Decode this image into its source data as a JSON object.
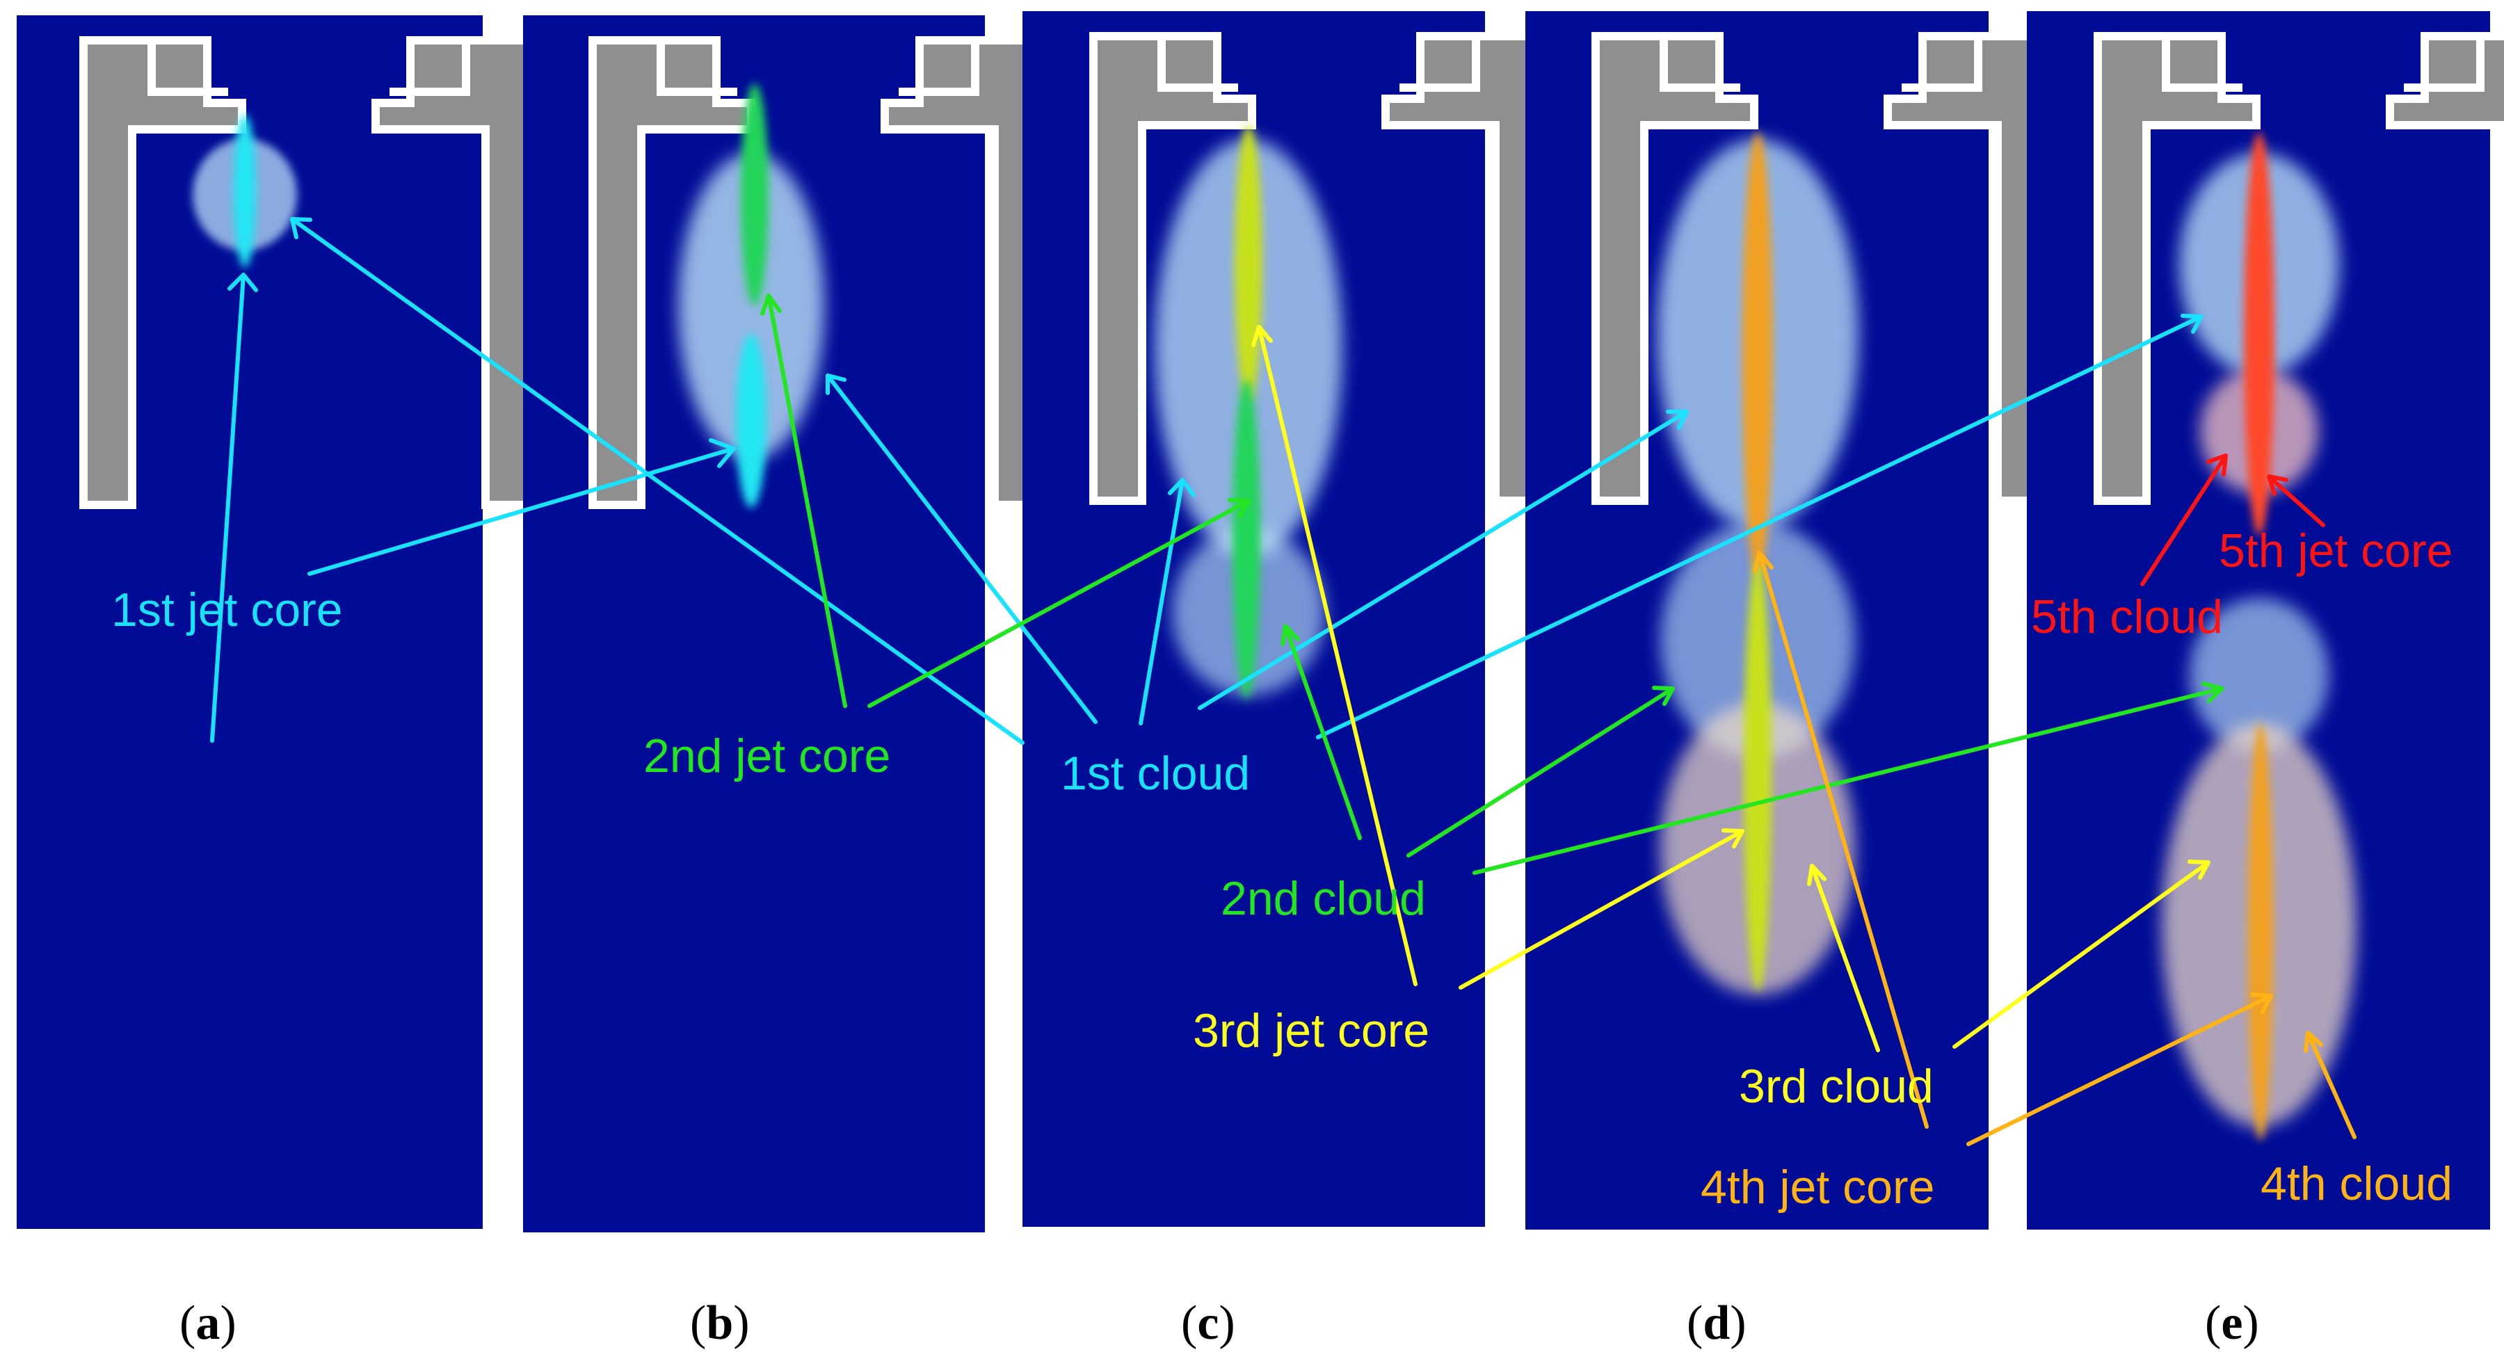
{
  "colors": {
    "background_panel": "#000c96",
    "nozzle_fill": "#8f8f8f",
    "nozzle_outline": "#ffffff",
    "cloud_cyan": "#c6efff",
    "cloud_warm": "#f2dcc8",
    "cloud_pink": "#f6c4c4",
    "core_1": "#22e6f2",
    "core_2": "#22d45a",
    "core_3": "#c8e01a",
    "core_4": "#f0a020",
    "core_5": "#ff4a2a",
    "label_1": "#19e2ff",
    "label_2": "#22e620",
    "label_3": "#ffff1e",
    "label_4": "#ffb314",
    "label_5": "#ff1414"
  },
  "panels": [
    {
      "id": "a",
      "caption": "a"
    },
    {
      "id": "b",
      "caption": "b"
    },
    {
      "id": "c",
      "caption": "c"
    },
    {
      "id": "d",
      "caption": "d"
    },
    {
      "id": "e",
      "caption": "e"
    }
  ],
  "labels": {
    "jet_core_1": "1st jet core",
    "jet_core_2": "2nd jet core",
    "cloud_1": "1st cloud",
    "cloud_2": "2nd cloud",
    "jet_core_3": "3rd jet core",
    "cloud_3": "3rd cloud",
    "jet_core_4": "4th jet core",
    "cloud_4": "4th cloud",
    "jet_core_5": "5th jet core",
    "cloud_5": "5th cloud"
  }
}
